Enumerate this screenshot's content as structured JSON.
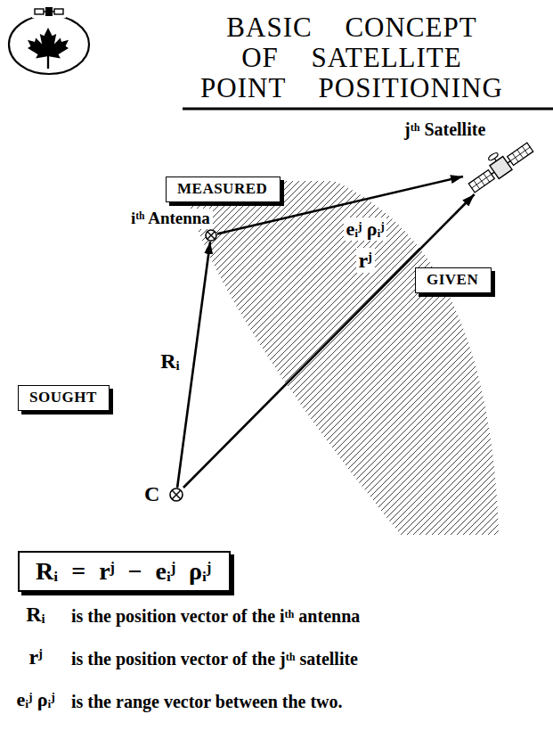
{
  "diagram": {
    "title": "BASIC CONCEPT OF SATELLITE POINT POSITIONING",
    "nodes": [
      {
        "text": [
          "jᵗʰ Satellite"
        ]
      },
      {
        "text": [
          "MEASURED"
        ]
      },
      {
        "text": [
          "iᵗʰ Antenna"
        ]
      },
      {
        "text": [
          "GIVEN"
        ]
      },
      {
        "text": [
          "SOUGHT"
        ]
      },
      {
        "text": [
          "C"
        ]
      },
      {
        "text": [
          "Rᵢ = rʲ − eᵢʲ ρᵢʲ"
        ]
      }
    ],
    "edges": [
      {
        "from": 5,
        "to": 2,
        "arrow": "to",
        "label": "Rᵢ"
      },
      {
        "from": 2,
        "to": 0,
        "arrow": "to",
        "label": "eᵢʲ ρᵢʲ"
      },
      {
        "from": 5,
        "to": 0,
        "arrow": "to",
        "label": "rʲ"
      }
    ],
    "labels": [
      "Rᵢ",
      "is the position vector of the iᵗʰ antenna",
      "rʲ",
      "is the position vector of the jᵗʰ satellite",
      "eᵢʲ ρᵢʲ",
      "is the range vector between the two."
    ]
  }
}
